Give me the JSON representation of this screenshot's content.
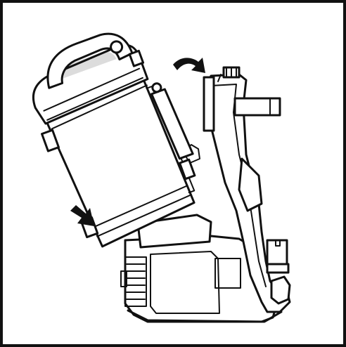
{
  "figure": {
    "type": "line-illustration",
    "frame_color": "#111111",
    "background_color": "#ffffff",
    "line_color": "#111111",
    "visible_text": []
  },
  "parts": {
    "canister": {
      "icon": "dust-canister-icon"
    },
    "vacuum_base": {
      "icon": "vacuum-base-icon"
    },
    "arrow_top": {
      "icon": "curved-arrow-icon",
      "direction": "clockwise"
    },
    "arrow_bottom": {
      "icon": "arrow-icon",
      "direction": "down-right"
    }
  }
}
